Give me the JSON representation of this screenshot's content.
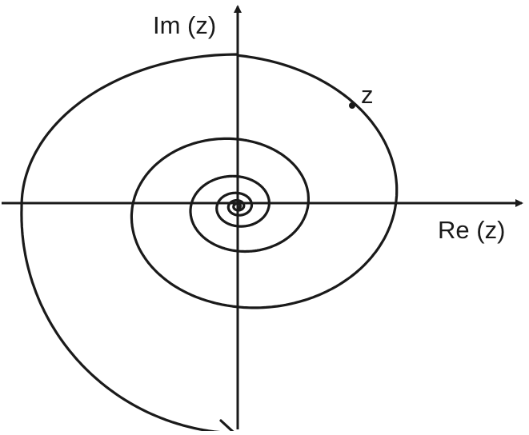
{
  "diagram": {
    "y_axis_label": "Im (z)",
    "x_axis_label": "Re (z)",
    "point_label": "z",
    "stroke_color": "#1a1a1a",
    "background": "#ffffff"
  }
}
